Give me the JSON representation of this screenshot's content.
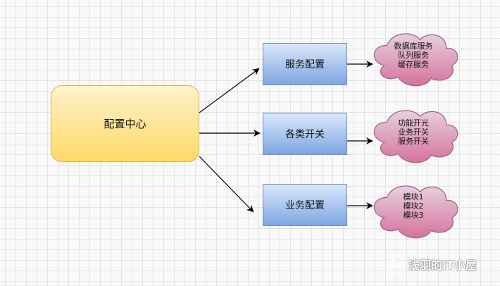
{
  "diagram": {
    "center_node": "配置中心",
    "boxes": [
      {
        "label": "服务配置",
        "items": [
          "数据库服务",
          "队列服务",
          "缓存服务"
        ]
      },
      {
        "label": "各类开关",
        "items": [
          "功能开光",
          "业务开关",
          "服务开关"
        ]
      },
      {
        "label": "业务配置",
        "items": [
          "模块1",
          "模块2",
          "模块3"
        ]
      }
    ]
  },
  "watermark": {
    "text": "浅羽的IT小屋",
    "icon": "wechat-icon"
  },
  "colors": {
    "center_fill_top": "#fff2cc",
    "center_fill_bottom": "#ffd966",
    "center_stroke": "#d6b656",
    "box_fill_top": "#dae8fc",
    "box_fill_bottom": "#7ea6e0",
    "box_stroke": "#6c8ebf",
    "cloud_fill_top": "#e6d0de",
    "cloud_fill_bottom": "#d5739d",
    "cloud_stroke": "#996185"
  }
}
